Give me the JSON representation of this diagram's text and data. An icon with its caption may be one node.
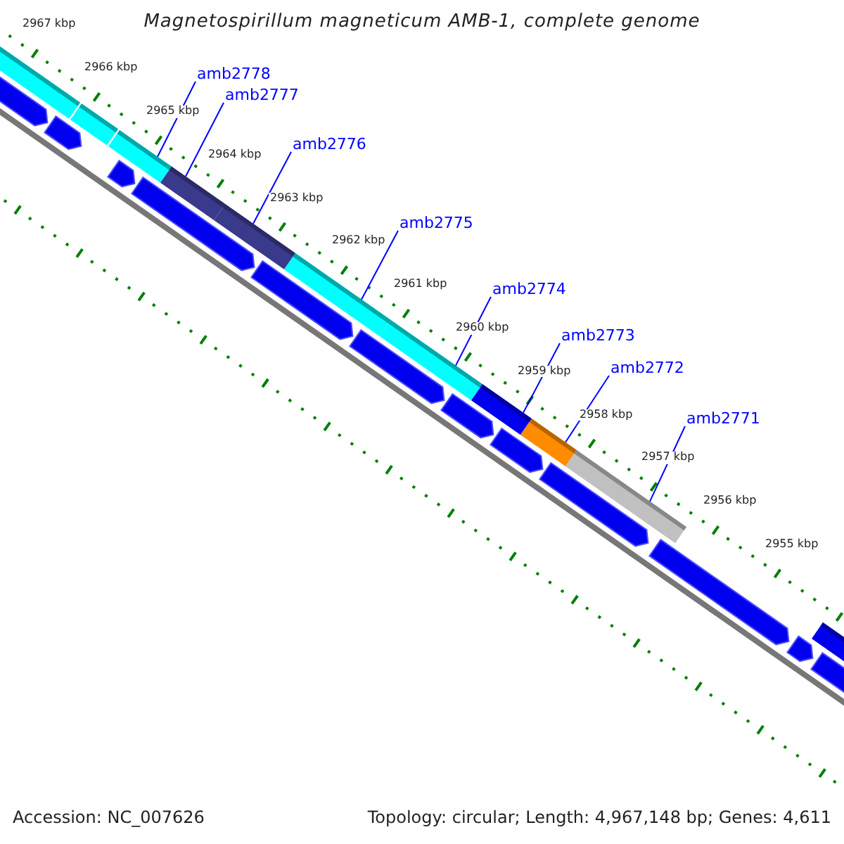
{
  "diagram": {
    "title": "Magnetospirillum magneticum AMB-1, complete genome",
    "nodes": [
      {
        "text": [
          "amb2778"
        ]
      },
      {
        "text": [
          "amb2777"
        ]
      },
      {
        "text": [
          "amb2776"
        ]
      },
      {
        "text": [
          "amb2775"
        ]
      },
      {
        "text": [
          "amb2774"
        ]
      },
      {
        "text": [
          "amb2773"
        ]
      },
      {
        "text": [
          "amb2772"
        ]
      },
      {
        "text": [
          "amb2771"
        ]
      },
      {
        "text": [],
        "shape": "bar"
      },
      {
        "text": [],
        "shape": "bar"
      },
      {
        "text": [],
        "shape": "bar"
      },
      {
        "text": [],
        "shape": "bar"
      },
      {
        "text": [],
        "shape": "bar"
      },
      {
        "text": [],
        "shape": "bar"
      },
      {
        "text": [],
        "shape": "bar"
      },
      {
        "text": [],
        "shape": "bar"
      }
    ],
    "edges": [
      {
        "from": 0,
        "to": 8,
        "arrow": "none"
      },
      {
        "from": 1,
        "to": 9,
        "arrow": "none"
      },
      {
        "from": 2,
        "to": 10,
        "arrow": "none"
      },
      {
        "from": 3,
        "to": 11,
        "arrow": "none"
      },
      {
        "from": 4,
        "to": 12,
        "arrow": "none"
      },
      {
        "from": 5,
        "to": 13,
        "arrow": "none"
      },
      {
        "from": 6,
        "to": 14,
        "arrow": "none"
      },
      {
        "from": 7,
        "to": 15,
        "arrow": "none"
      }
    ],
    "labels": [
      "2967 kbp",
      "2966 kbp",
      "2965 kbp",
      "2964 kbp",
      "2963 kbp",
      "2962 kbp",
      "2961 kbp",
      "2960 kbp",
      "2959 kbp",
      "2958 kbp",
      "2957 kbp",
      "2956 kbp",
      "2955 kbp",
      "Accession: NC_007626",
      "Topology: circular; Length: 4,967,148 bp; Genes: 4,611"
    ]
  }
}
